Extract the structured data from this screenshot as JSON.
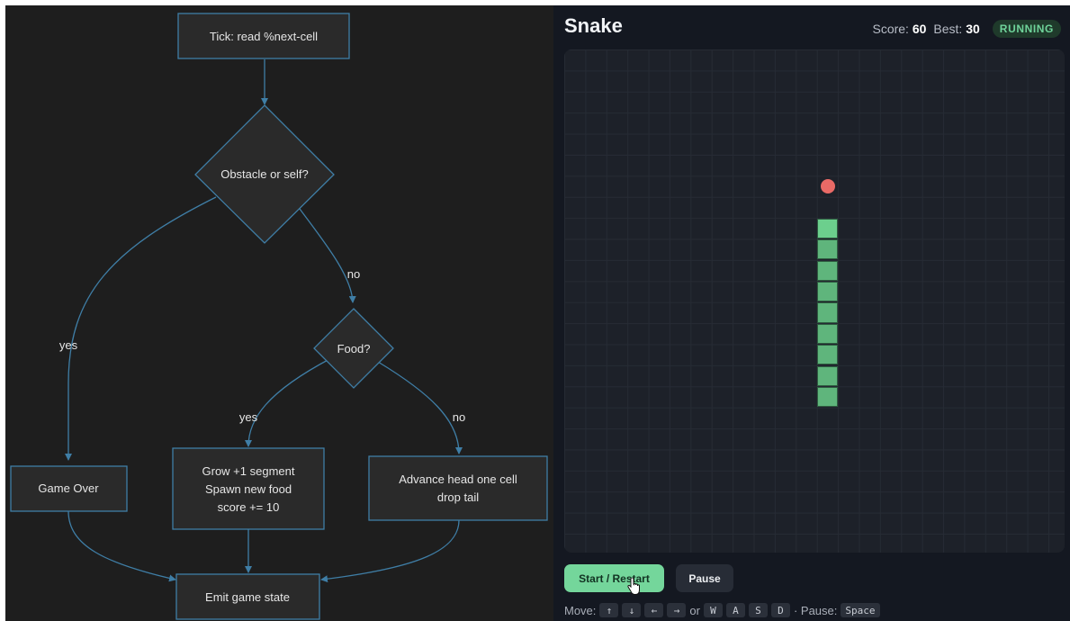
{
  "flowchart": {
    "nodes": {
      "tick": "Tick: read %next-cell",
      "obstacle": "Obstacle or self?",
      "food": "Food?",
      "game_over": "Game Over",
      "grow": [
        "Grow +1 segment",
        "Spawn new food",
        "score += 10"
      ],
      "advance": [
        "Advance head one cell",
        "drop tail"
      ],
      "emit": "Emit game state"
    },
    "edge_labels": {
      "obstacle_yes": "yes",
      "obstacle_no": "no",
      "food_yes": "yes",
      "food_no": "no"
    }
  },
  "game": {
    "title": "Snake",
    "score_label": "Score:",
    "score": "60",
    "best_label": "Best:",
    "best": "30",
    "status": "RUNNING",
    "board": {
      "snake": [
        [
          12,
          8
        ],
        [
          12,
          9
        ],
        [
          12,
          10
        ],
        [
          12,
          11
        ],
        [
          12,
          12
        ],
        [
          12,
          13
        ],
        [
          12,
          14
        ],
        [
          12,
          15
        ],
        [
          12,
          16
        ]
      ],
      "food": [
        12,
        6
      ],
      "snake_color": "#5fb57c",
      "food_color": "#e96a66"
    },
    "buttons": {
      "start": "Start / Restart",
      "pause": "Pause"
    },
    "controls": {
      "move_label": "Move:",
      "arrow_keys": [
        "↑",
        "↓",
        "←",
        "→"
      ],
      "or_text": "or",
      "letter_keys": [
        "W",
        "A",
        "S",
        "D"
      ],
      "pause_label": "· Pause:",
      "pause_key": "Space"
    }
  }
}
